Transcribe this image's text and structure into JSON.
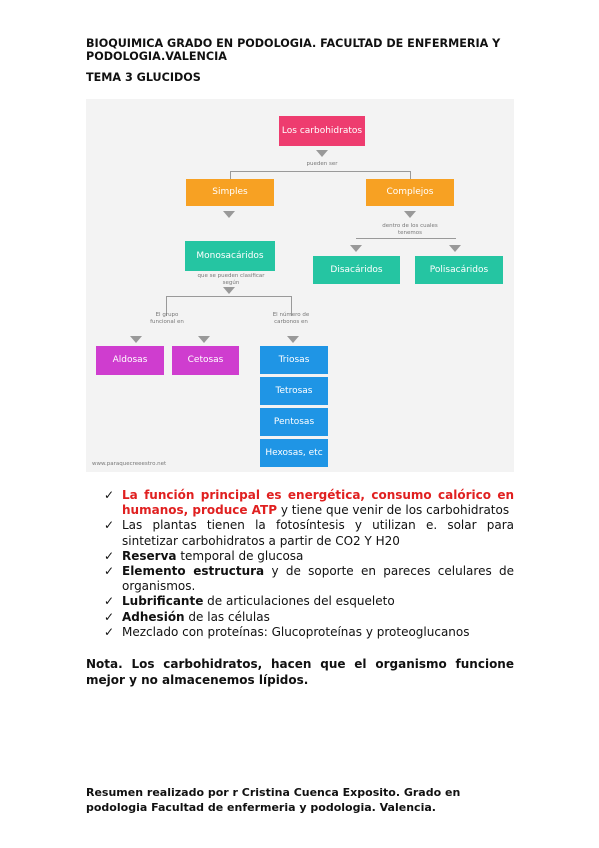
{
  "header": {
    "line1": "BIOQUIMICA   GRADO EN PODOLOGIA. FACULTAD DE ENFERMERIA Y",
    "line2": "PODOLOGIA.VALENCIA",
    "tema": "TEMA 3 GLUCIDOS"
  },
  "diagram": {
    "root": "Los carbohidratos",
    "pueden_ser": "pueden ser",
    "simples": "Simples",
    "complejos": "Complejos",
    "dentro": "dentro de los cuales tenemos",
    "monosacaridos": "Monosacáridos",
    "que_se_pueden": "que se pueden clasificar según",
    "disacaridos": "Disacáridos",
    "polisacaridos": "Polisacáridos",
    "el_grupo": "El grupo funcional en",
    "el_numero": "El número de carbonos en",
    "aldosas": "Aldosas",
    "cetosas": "Cetosas",
    "triosas": "Triosas",
    "tetrosas": "Tetrosas",
    "pentosas": "Pentosas",
    "hexosas": "Hexosas, etc",
    "credit": "www.paraquecreeestro.net",
    "colors": {
      "root": "#ee3c6f",
      "simple": "#f7a123",
      "green": "#25c5a2",
      "magenta": "#cf3dcf",
      "blue": "#1f95e5"
    }
  },
  "list": {
    "check": "✓",
    "i1_red": "La función principal es energética, consumo calórico en humanos, produce ATP",
    "i1_rest": " y tiene que venir de los carbohidratos",
    "i2": "Las plantas tienen la fotosíntesis y utilizan e. solar para sintetizar carbohidratos a partir   de CO2 Y H20",
    "i3_b": "Reserva",
    "i3_rest": " temporal de glucosa",
    "i4_b": "Elemento estructura",
    "i4_rest": " y de soporte en pareces celulares de organismos.",
    "i5_b": "Lubrificante",
    "i5_rest": " de articulaciones del esqueleto",
    "i6_b": "Adhesión",
    "i6_rest": " de las células",
    "i7": "Mezclado con proteínas: Glucoproteínas y proteoglucanos"
  },
  "nota": "Nota. Los carbohidratos, hacen que el organismo funcione mejor y no almacenemos lípidos.",
  "footer": {
    "line1": "Resumen realizado por r Cristina Cuenca Exposito. Grado en",
    "line2": "podologia Facultad de enfermeria y podologia. Valencia."
  }
}
